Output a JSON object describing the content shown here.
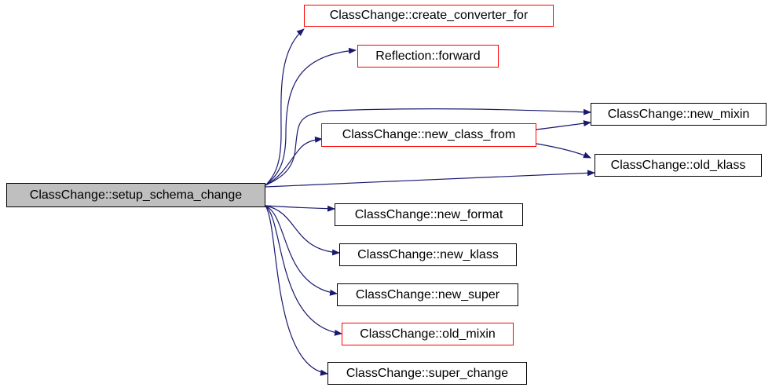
{
  "graph": {
    "edge_color": "#191970",
    "root": {
      "label": "ClassChange::setup_schema_change",
      "fill": "#bfbfbf"
    },
    "nodes": [
      {
        "label": "ClassChange::create_converter_for",
        "border": "#ff0000"
      },
      {
        "label": "Reflection::forward",
        "border": "#ff0000"
      },
      {
        "label": "ClassChange::new_mixin",
        "border": "#000000"
      },
      {
        "label": "ClassChange::new_class_from",
        "border": "#ff0000"
      },
      {
        "label": "ClassChange::old_klass",
        "border": "#000000"
      },
      {
        "label": "ClassChange::new_format",
        "border": "#000000"
      },
      {
        "label": "ClassChange::new_klass",
        "border": "#000000"
      },
      {
        "label": "ClassChange::new_super",
        "border": "#000000"
      },
      {
        "label": "ClassChange::old_mixin",
        "border": "#ff0000"
      },
      {
        "label": "ClassChange::super_change",
        "border": "#000000"
      }
    ]
  }
}
